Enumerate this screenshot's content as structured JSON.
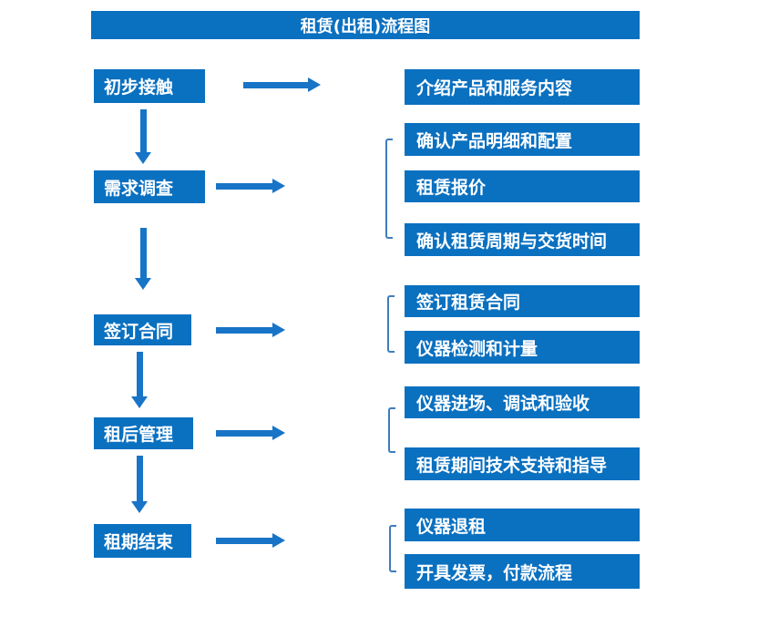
{
  "title": "租赁(出租)流程图",
  "flow": {
    "steps": [
      {
        "label": "初步接触",
        "outputs": [
          "介绍产品和服务内容"
        ]
      },
      {
        "label": "需求调查",
        "outputs": [
          "确认产品明细和配置",
          "租赁报价",
          "确认租赁周期与交货时间"
        ]
      },
      {
        "label": "签订合同",
        "outputs": [
          "签订租赁合同",
          "仪器检测和计量"
        ]
      },
      {
        "label": "租后管理",
        "outputs": [
          "仪器进场、调试和验收",
          "租赁期间技术支持和指导"
        ]
      },
      {
        "label": "租期结束",
        "outputs": [
          "仪器退租",
          "开具发票，付款流程"
        ]
      }
    ]
  },
  "colors": {
    "box_blue": "#0a70c0",
    "arrow_blue": "#1874c6",
    "bracket_blue": "#3f7cbd",
    "text": "#ffffff",
    "background": "#ffffff"
  }
}
